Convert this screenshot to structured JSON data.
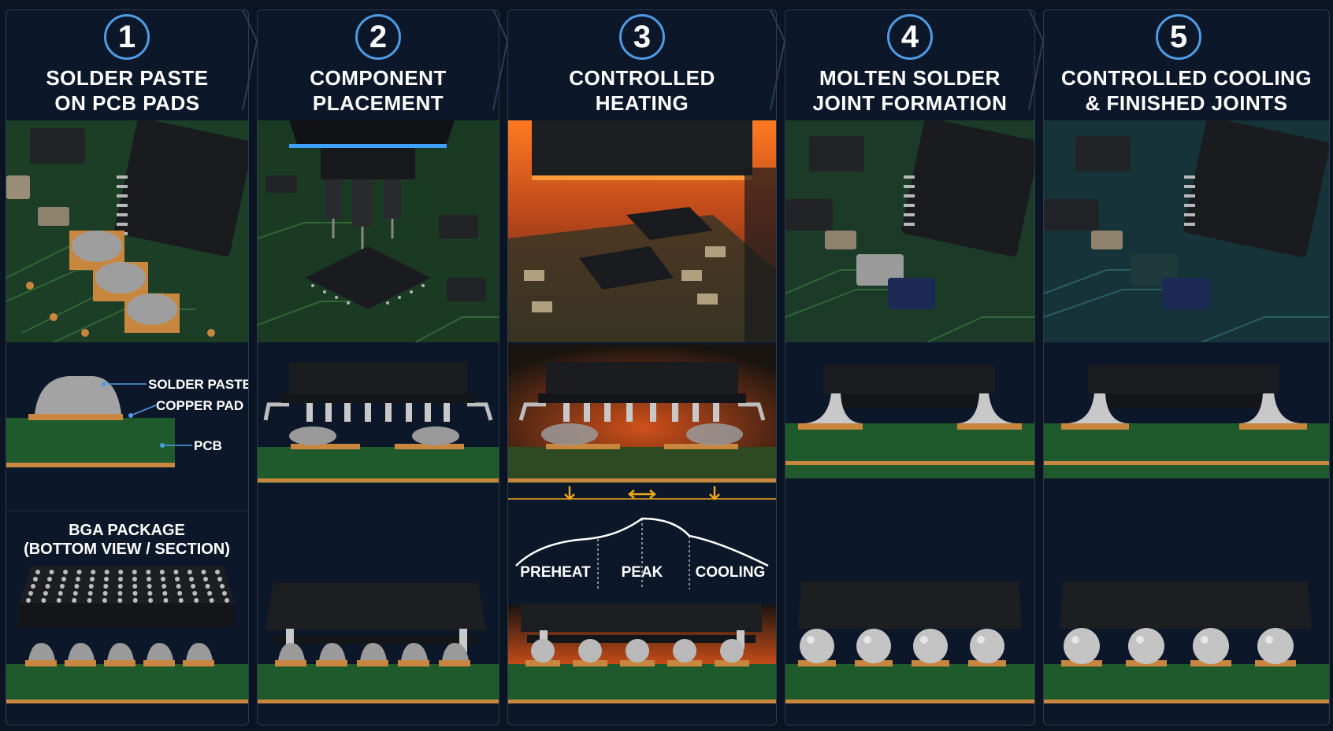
{
  "steps": [
    {
      "number": "1",
      "title_line1": "SOLDER PASTE",
      "title_line2": "ON PCB PADS",
      "image_icon": "pcb-solder-paste-photo"
    },
    {
      "number": "2",
      "title_line1": "COMPONENT",
      "title_line2": "PLACEMENT",
      "image_icon": "pick-and-place-photo"
    },
    {
      "number": "3",
      "title_line1": "CONTROLLED",
      "title_line2": "HEATING",
      "image_icon": "reflow-oven-photo"
    },
    {
      "number": "4",
      "title_line1": "MOLTEN SOLDER",
      "title_line2": "JOINT FORMATION",
      "image_icon": "soldered-board-photo"
    },
    {
      "number": "5",
      "title_line1": "CONTROLLED COOLING",
      "title_line2": "& FINISHED JOINTS",
      "image_icon": "finished-board-photo"
    }
  ],
  "callouts": {
    "solder_paste": "SOLDER PASTE",
    "copper_pad": "COPPER PAD",
    "pcb": "PCB"
  },
  "bga": {
    "title_line1": "BGA PACKAGE",
    "title_line2": "(BOTTOM VIEW / SECTION)"
  },
  "profile": {
    "preheat": "PREHEAT",
    "peak": "PEAK",
    "cooling": "COOLING"
  },
  "colors": {
    "background": "#0b1422",
    "badge_ring": "#4f9be6",
    "pcb_green": "#1f5a2c",
    "copper": "#c9863f",
    "heat_orange": "#ff6a1a",
    "arrow_amber": "#f0a81c"
  }
}
